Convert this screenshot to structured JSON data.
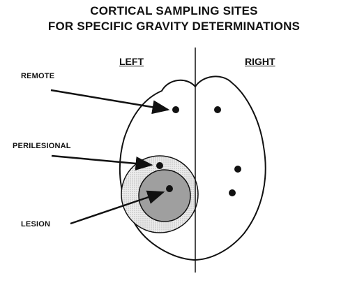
{
  "title_line1": "CORTICAL SAMPLING SITES",
  "title_line2": "FOR SPECIFIC GRAVITY DETERMINATIONS",
  "hemispheres": {
    "left": "LEFT",
    "right": "RIGHT"
  },
  "labels": {
    "remote": "REMOTE",
    "perilesional": "PERILESIONAL",
    "lesion": "LESION"
  },
  "colors": {
    "ink": "#111111",
    "perilesional_fill": "#d9d9d9",
    "lesion_fill": "#a8a8a8"
  }
}
